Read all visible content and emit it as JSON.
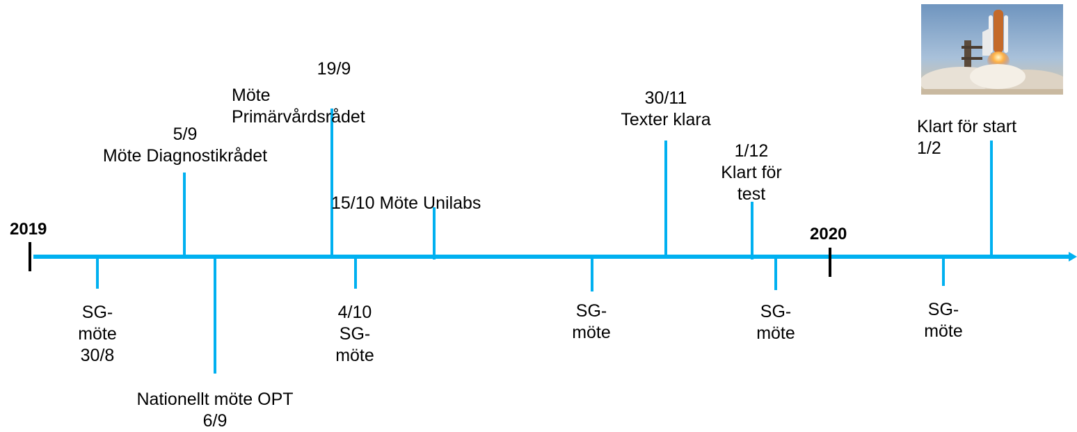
{
  "colors": {
    "line": "#00b0f0",
    "year_tick": "#000000",
    "text": "#000000"
  },
  "years": {
    "start": "2019",
    "end": "2020"
  },
  "labels": {
    "sg_3008": "SG-\nmöte\n30/8",
    "opt": "Nationellt möte OPT\n6/9",
    "diagnostik": "5/9\nMöte Diagnostikrådet",
    "date_1909": "19/9",
    "primarvard": "Möte\nPrimärvårdsrådet",
    "sg_0410": "4/10\nSG-\nmöte",
    "unilabs": "15/10 Möte Unilabs",
    "sg_nov": "SG-\nmöte",
    "texter": "30/11\nTexter klara",
    "test": "1/12\nKlart för\ntest",
    "sg_dec": "SG-\nmöte",
    "sg_jan": "SG-\nmöte",
    "start": "Klart för start\n1/2"
  },
  "image": {
    "icon": "rocket-launch-photo"
  }
}
